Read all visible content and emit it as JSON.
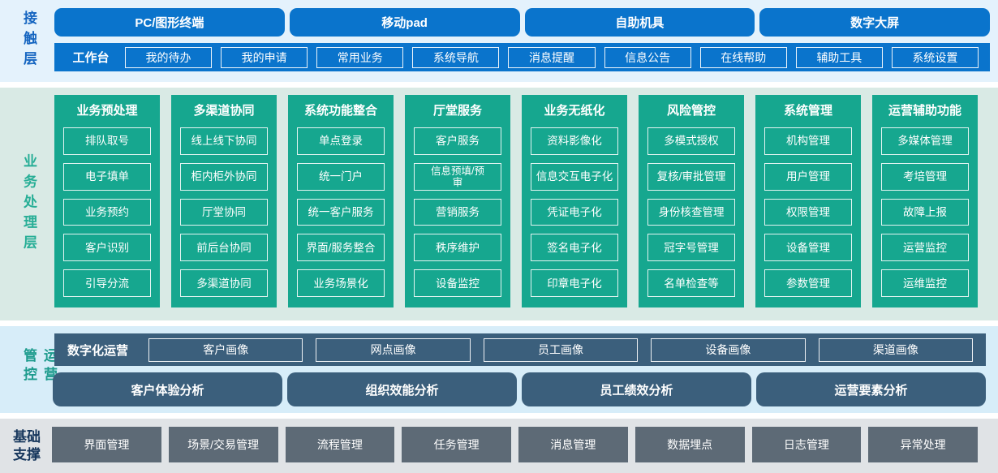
{
  "colors": {
    "primary_blue": "#0a74cc",
    "teal": "#16a78f",
    "slate_blue": "#3b5f7c",
    "steel_gray": "#5d6a76",
    "contact_band": "#e4f2fc",
    "business_band": "#d9eae5",
    "operation_band": "#d7edf9",
    "foundation_band": "#e0e3e6",
    "contact_label": "#1565c0",
    "business_label": "#27ae96",
    "operation_label": "#1d9b8d",
    "foundation_label": "#16365c"
  },
  "layers": {
    "contact": {
      "label": "接触层",
      "channels": [
        "PC/图形终端",
        "移动pad",
        "自助机具",
        "数字大屏"
      ],
      "workbench": {
        "label": "工作台",
        "items": [
          "我的待办",
          "我的申请",
          "常用业务",
          "系统导航",
          "消息提醒",
          "信息公告",
          "在线帮助",
          "辅助工具",
          "系统设置"
        ]
      }
    },
    "business": {
      "label": "业务处理层",
      "columns": [
        {
          "title": "业务预处理",
          "items": [
            "排队取号",
            "电子填单",
            "业务预约",
            "客户识别",
            "引导分流"
          ]
        },
        {
          "title": "多渠道协同",
          "items": [
            "线上线下协同",
            "柜内柜外协同",
            "厅堂协同",
            "前后台协同",
            "多渠道协同"
          ]
        },
        {
          "title": "系统功能整合",
          "items": [
            "单点登录",
            "统一门户",
            "统一客户服务",
            "界面/服务整合",
            "业务场景化"
          ]
        },
        {
          "title": "厅堂服务",
          "items": [
            "客户服务",
            "信息预填/预审",
            "营销服务",
            "秩序维护",
            "设备监控"
          ]
        },
        {
          "title": "业务无纸化",
          "items": [
            "资料影像化",
            "信息交互电子化",
            "凭证电子化",
            "签名电子化",
            "印章电子化"
          ]
        },
        {
          "title": "风险管控",
          "items": [
            "多模式授权",
            "复核/审批管理",
            "身份核查管理",
            "冠字号管理",
            "名单检查等"
          ]
        },
        {
          "title": "系统管理",
          "items": [
            "机构管理",
            "用户管理",
            "权限管理",
            "设备管理",
            "参数管理"
          ]
        },
        {
          "title": "运营辅助功能",
          "items": [
            "多媒体管理",
            "考培管理",
            "故障上报",
            "运营监控",
            "运维监控"
          ]
        }
      ]
    },
    "operation": {
      "label": "运营管控",
      "digital": {
        "label": "数字化运营",
        "items": [
          "客户画像",
          "网点画像",
          "员工画像",
          "设备画像",
          "渠道画像"
        ]
      },
      "analysis": [
        "客户体验分析",
        "组织效能分析",
        "员工绩效分析",
        "运营要素分析"
      ]
    },
    "foundation": {
      "label": "基础支撑",
      "items": [
        "界面管理",
        "场景/交易管理",
        "流程管理",
        "任务管理",
        "消息管理",
        "数据埋点",
        "日志管理",
        "异常处理"
      ]
    }
  }
}
